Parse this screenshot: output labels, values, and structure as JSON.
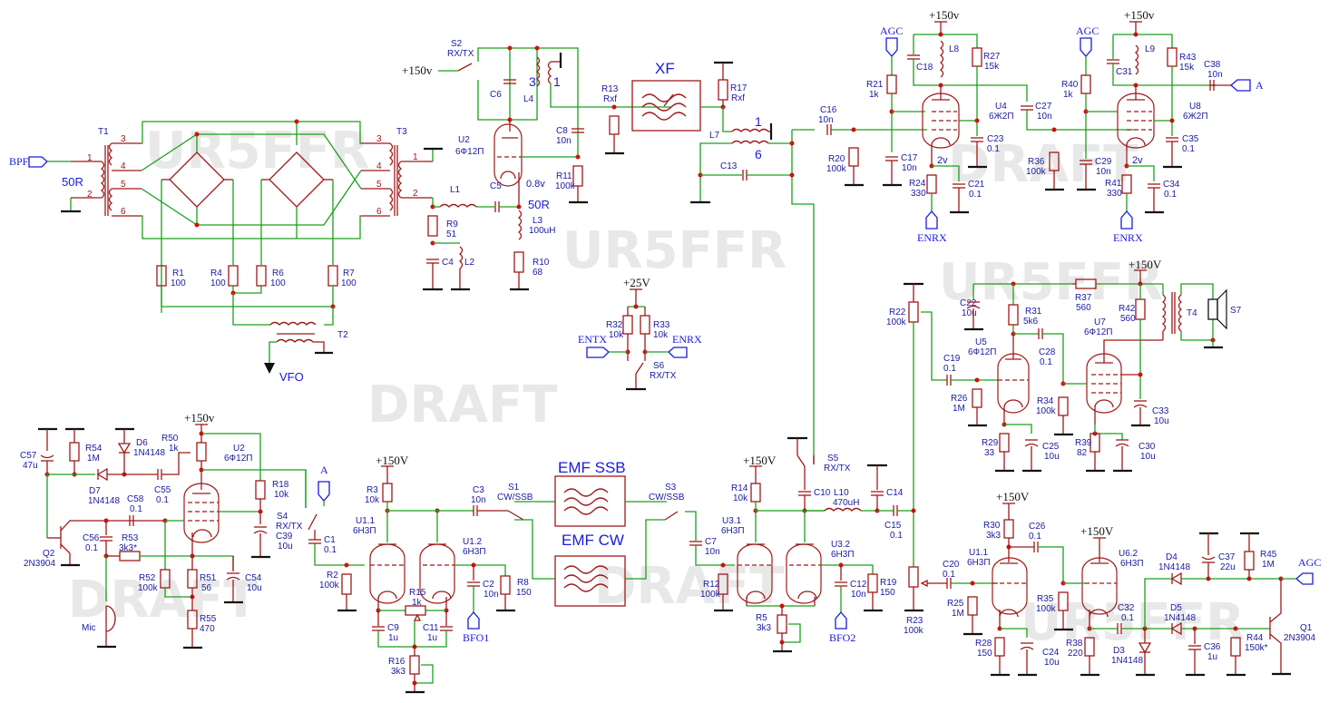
{
  "title": "Tube SSB/CW transceiver schematic (draft)",
  "watermarks": {
    "callsign": "UR5FFR",
    "draft": "DRAFT"
  },
  "rails": {
    "p150_lower": "+150v",
    "p150_upper": "+150V",
    "p25": "+25V"
  },
  "nets": {
    "bpf": "BPF",
    "vfo": "VFO",
    "agc": "AGC",
    "a": "A",
    "enrx": "ENRX",
    "entx": "ENTX",
    "bfo1": "BFO1",
    "bfo2": "BFO2",
    "mic": "Mic"
  },
  "blocks": {
    "xf": "XF",
    "emf_ssb": "EMF SSB",
    "emf_cw": "EMF CW"
  },
  "annotations": {
    "imp_in": "50R",
    "imp_out": "50R",
    "v_cathode_u2": "0.8v",
    "v_u4": "2v",
    "v_u8": "2v"
  },
  "transformers": {
    "t1": {
      "ref": "T1",
      "pins": [
        "1",
        "2",
        "3",
        "4",
        "5",
        "6"
      ]
    },
    "t2": {
      "ref": "T2"
    },
    "t3": {
      "ref": "T3",
      "pins": [
        "1",
        "2",
        "3",
        "4",
        "5",
        "6"
      ]
    },
    "t4": {
      "ref": "T4"
    },
    "l4_pins": [
      "3",
      "1"
    ],
    "l7_pins": [
      "1",
      "6"
    ]
  },
  "tubes": [
    {
      "ref": "U2",
      "type": "6Ф12П"
    },
    {
      "ref": "U4",
      "type": "6Ж2П"
    },
    {
      "ref": "U8",
      "type": "6Ж2П"
    },
    {
      "ref": "U5",
      "type": "6Ф12П"
    },
    {
      "ref": "U7",
      "type": "6Ф12П"
    },
    {
      "ref": "U2b",
      "label": "U2",
      "type": "6Ф12П"
    },
    {
      "ref": "U1.1a",
      "label": "U1.1",
      "type": "6Н3П"
    },
    {
      "ref": "U1.2",
      "label": "U1.2",
      "type": "6Н3П"
    },
    {
      "ref": "U3.1",
      "label": "U3.1",
      "type": "6Н3П"
    },
    {
      "ref": "U3.2",
      "label": "U3.2",
      "type": "6Н3П"
    },
    {
      "ref": "U1.1b",
      "label": "U1.1",
      "type": "6Н3П"
    },
    {
      "ref": "U6.2",
      "label": "U6.2",
      "type": "6Н3П"
    }
  ],
  "resistors": {
    "R1": "100",
    "R4": "100",
    "R6": "100",
    "R7": "100",
    "R9": "51",
    "R10": "68",
    "R11": "100k",
    "R13": "Rxf",
    "R17": "Rxf",
    "R20": "100k",
    "R21": "1k",
    "R24": "330",
    "R27": "15k",
    "R36": "100k",
    "R40": "1k",
    "R41": "330",
    "R43": "15k",
    "R22": "100k",
    "R26": "1M",
    "R29": "33",
    "R31": "5k6",
    "R34": "100k",
    "R37": "560",
    "R39": "82",
    "R42": "560",
    "R32": "10k",
    "R33": "10k",
    "R54": "1M",
    "R50": "1k",
    "R18": "10k",
    "R53": "3k3*",
    "R52": "100k",
    "R51": "56",
    "R55": "470",
    "R2": "100k",
    "R3": "10k",
    "R15": "1k",
    "R16": "3k3",
    "R8": "150",
    "R14": "10k",
    "R12": "100k",
    "R5": "3k3",
    "R19": "150",
    "R23": "100k",
    "R30": "3k3",
    "R25": "1M",
    "R28": "150",
    "R35": "100k",
    "R38": "220",
    "R45": "1M",
    "R44": "150k*"
  },
  "capacitors": {
    "C6": "",
    "C8": "10n",
    "C5": "",
    "C4": "",
    "C13": "",
    "C16": "10n",
    "C17": "10n",
    "C18": "",
    "C21": "0.1",
    "C23": "0.1",
    "C27": "10n",
    "C29": "10n",
    "C31": "",
    "C34": "0.1",
    "C35": "0.1",
    "C38": "10n",
    "C22": "10u",
    "C19": "0.1",
    "C28": "0.1",
    "C25": "10u",
    "C30": "10u",
    "C33": "10u",
    "C57": "47u",
    "C55": "0.1",
    "C58": "0.1",
    "C56": "0.1",
    "C39": "10u",
    "C54": "10u",
    "C1": "0.1",
    "C3": "10n",
    "C9": "1u",
    "C11": "1u",
    "C2": "10n",
    "C7": "10n",
    "C10": "",
    "C14": "",
    "C15": "0.1",
    "C12": "10n",
    "C20": "0.1",
    "C26": "0.1",
    "C24": "10u",
    "C32": "0.1",
    "C37": "22u",
    "C36": "1u"
  },
  "inductors": {
    "L1": "",
    "L2": "",
    "L3": "100uH",
    "L4": "",
    "L7": "",
    "L8": "",
    "L9": "",
    "L10": "470uH"
  },
  "semis": {
    "D6": "1N4148",
    "D7": "1N4148",
    "D3": "1N4148",
    "D4": "1N4148",
    "D5": "1N4148",
    "Q1": "2N3904",
    "Q2": "2N3904"
  },
  "switches": {
    "S2": "RX/TX",
    "S4": "RX/TX",
    "S5": "RX/TX",
    "S6": "RX/TX",
    "S1": "CW/SSB",
    "S3": "CW/SSB"
  },
  "speaker": {
    "ref": "S7"
  }
}
